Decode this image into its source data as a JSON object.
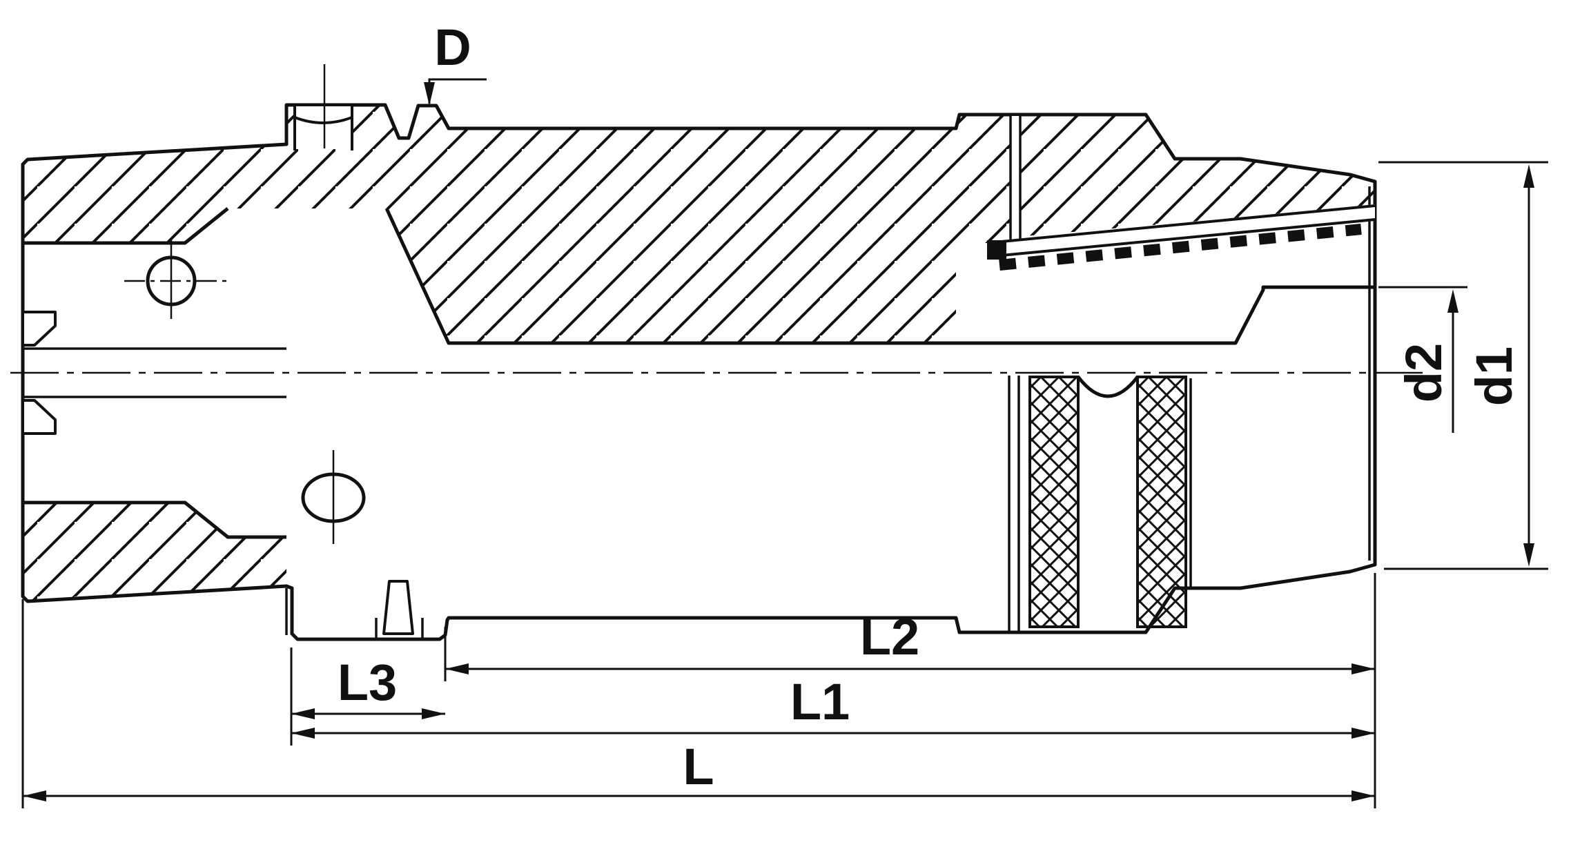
{
  "diagram": {
    "type": "technical-drawing-cross-section",
    "subject": "tool-holder-milling-chuck-with-hollow-taper-shank",
    "colors": {
      "line": "#111111",
      "background": "#ffffff"
    },
    "labels": {
      "flange_diameter": "D",
      "outer_diameter": "d1",
      "bore_diameter": "d2",
      "overall_length": "L",
      "length_l1": "L1",
      "length_l2": "L2",
      "length_l3": "L3"
    }
  }
}
